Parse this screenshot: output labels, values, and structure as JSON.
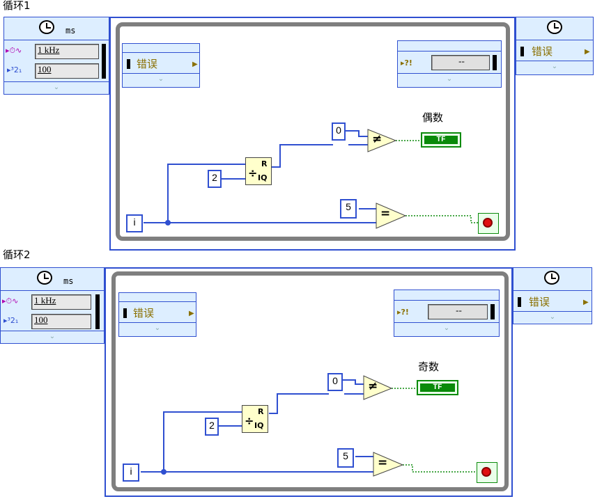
{
  "loops": [
    {
      "label": "循环1",
      "timing_unit": "ms",
      "clock_value": "1 kHz",
      "period_value": "100",
      "error_in": "错误",
      "error_out": "错误",
      "status_field": "--",
      "const_zero": "0",
      "const_two": "2",
      "const_five": "5",
      "iteration": "i",
      "indicator_label": "偶数",
      "indicator_value": "TF",
      "not_equal_symbol": "≠",
      "equal_symbol": "=",
      "quotient_symbol": "÷",
      "quotient_r": "R",
      "quotient_iq": "IQ"
    },
    {
      "label": "循环2",
      "timing_unit": "ms",
      "clock_value": "1 kHz",
      "period_value": "100",
      "error_in": "错误",
      "error_out": "错误",
      "status_field": "--",
      "const_zero": "0",
      "const_two": "2",
      "const_five": "5",
      "iteration": "i",
      "indicator_label": "奇数",
      "indicator_value": "TF",
      "not_equal_symbol": "≠",
      "equal_symbol": "=",
      "quotient_symbol": "÷",
      "quotient_r": "R",
      "quotient_iq": "IQ"
    }
  ],
  "colors": {
    "wire_blue": "#2f4fd0",
    "wire_green": "#0a8a0a",
    "error_yellow": "#8a7000",
    "frame_gray": "#7f7f7f"
  },
  "icons": [
    "clock-icon",
    "timer-icon",
    "sequence-icon",
    "stop-button-icon",
    "chevron-down-icon",
    "arrow-right-icon"
  ]
}
